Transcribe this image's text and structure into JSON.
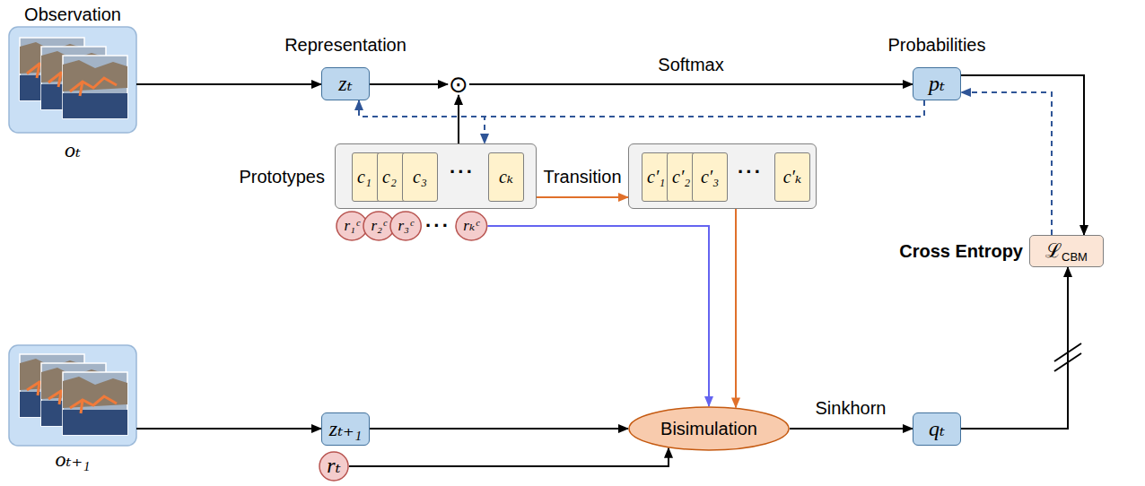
{
  "diagram": {
    "nodes": [
      {
        "text": [
          "Observation",
          "oₜ"
        ]
      },
      {
        "text": [
          "Representation",
          "zₜ"
        ]
      },
      {
        "text": [
          "⊙"
        ]
      },
      {
        "text": [
          "Probabilities",
          "pₜ"
        ]
      },
      {
        "text": [
          "Prototypes"
        ]
      },
      {
        "text": [
          "c₁"
        ],
        "in": 4
      },
      {
        "text": [
          "c₂"
        ],
        "in": 4
      },
      {
        "text": [
          "c₃"
        ],
        "in": 4
      },
      {
        "text": [
          "cₖ"
        ],
        "in": 4
      },
      {
        "text": []
      },
      {
        "text": [
          "c′₁"
        ],
        "in": 9
      },
      {
        "text": [
          "c′₂"
        ],
        "in": 9
      },
      {
        "text": [
          "c′₃"
        ],
        "in": 9
      },
      {
        "text": [
          "c′ₖ"
        ],
        "in": 9
      },
      {
        "text": [
          "r₁ᶜ"
        ]
      },
      {
        "text": [
          "r₂ᶜ"
        ]
      },
      {
        "text": [
          "r₃ᶜ"
        ]
      },
      {
        "text": [
          "rₖᶜ"
        ]
      },
      {
        "text": [
          "Cross Entropy",
          "ℒ",
          "CBM"
        ]
      },
      {
        "text": [
          "oₜ₊₁"
        ]
      },
      {
        "text": [
          "zₜ₊₁"
        ]
      },
      {
        "text": [
          "Bisimulation"
        ]
      },
      {
        "text": [
          "qₜ"
        ]
      },
      {
        "text": [
          "rₜ"
        ]
      }
    ],
    "edges": [
      {
        "from": 0,
        "to": 1,
        "arrow": "to"
      },
      {
        "from": 1,
        "to": 2,
        "arrow": "to"
      },
      {
        "from": 4,
        "to": 2,
        "arrow": "to"
      },
      {
        "from": 2,
        "to": 3,
        "arrow": "to",
        "label": "Softmax"
      },
      {
        "from": 3,
        "to": 18,
        "arrow": "to"
      },
      {
        "from": 18,
        "to": 3,
        "arrow": "to"
      },
      {
        "from": 3,
        "to": 1,
        "arrow": "to"
      },
      {
        "from": 3,
        "to": 4,
        "arrow": "to"
      },
      {
        "from": 4,
        "to": 9,
        "arrow": "to",
        "label": "Transition"
      },
      {
        "from": 17,
        "to": 21,
        "arrow": "to"
      },
      {
        "from": 9,
        "to": 21,
        "arrow": "to"
      },
      {
        "from": 19,
        "to": 20,
        "arrow": "to"
      },
      {
        "from": 20,
        "to": 21,
        "arrow": "to"
      },
      {
        "from": 23,
        "to": 21,
        "arrow": "to"
      },
      {
        "from": 21,
        "to": 22,
        "arrow": "to",
        "label": "Sinkhorn"
      },
      {
        "from": 22,
        "to": 18,
        "arrow": "to"
      }
    ],
    "labels": [
      "···",
      "···",
      "···"
    ]
  }
}
